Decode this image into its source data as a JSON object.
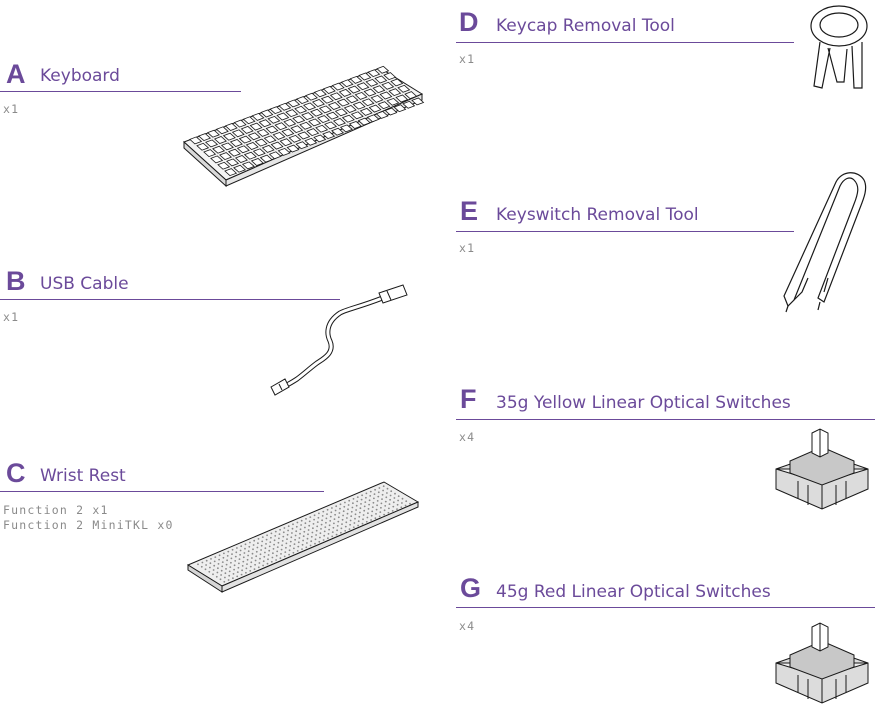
{
  "items": [
    {
      "letter": "A",
      "title": "Keyboard",
      "qty": [
        "x1"
      ],
      "icon": "keyboard-icon"
    },
    {
      "letter": "B",
      "title": "USB Cable",
      "qty": [
        "x1"
      ],
      "icon": "usb-cable-icon"
    },
    {
      "letter": "C",
      "title": "Wrist Rest",
      "qty": [
        "Function 2 x1",
        "Function 2 MiniTKL x0"
      ],
      "icon": "wrist-rest-icon"
    },
    {
      "letter": "D",
      "title": "Keycap Removal Tool",
      "qty": [
        "x1"
      ],
      "icon": "keycap-puller-icon"
    },
    {
      "letter": "E",
      "title": "Keyswitch Removal Tool",
      "qty": [
        "x1"
      ],
      "icon": "switch-puller-icon"
    },
    {
      "letter": "F",
      "title": "35g Yellow Linear Optical Switches",
      "qty": [
        "x4"
      ],
      "icon": "keyswitch-icon"
    },
    {
      "letter": "G",
      "title": "45g Red Linear Optical Switches",
      "qty": [
        "x4"
      ],
      "icon": "keyswitch-icon"
    }
  ],
  "colors": {
    "accent": "#6b4a9a",
    "muted": "#8a8a8a",
    "ink": "#1a1a1a"
  }
}
